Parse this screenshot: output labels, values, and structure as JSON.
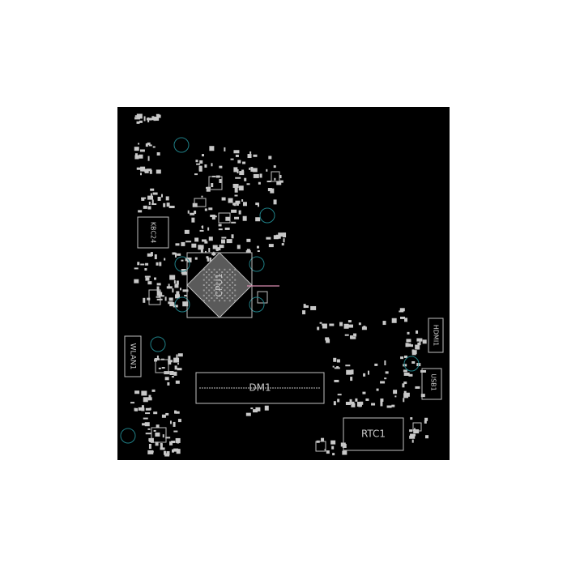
{
  "board": {
    "background_color": "#000000",
    "component_color": "#c8c8c8",
    "outline_color": "#bfbfbf",
    "mounting_hole_color": "#1f7f86",
    "highlight_color": "#d98cb0"
  },
  "labels": {
    "cpu": "CPU1",
    "kbc": "KBC24",
    "wlan": "WLAN1",
    "dimm": "DM1",
    "rtc": "RTC1",
    "hdmi": "HDMI1",
    "usb": "USB1"
  }
}
